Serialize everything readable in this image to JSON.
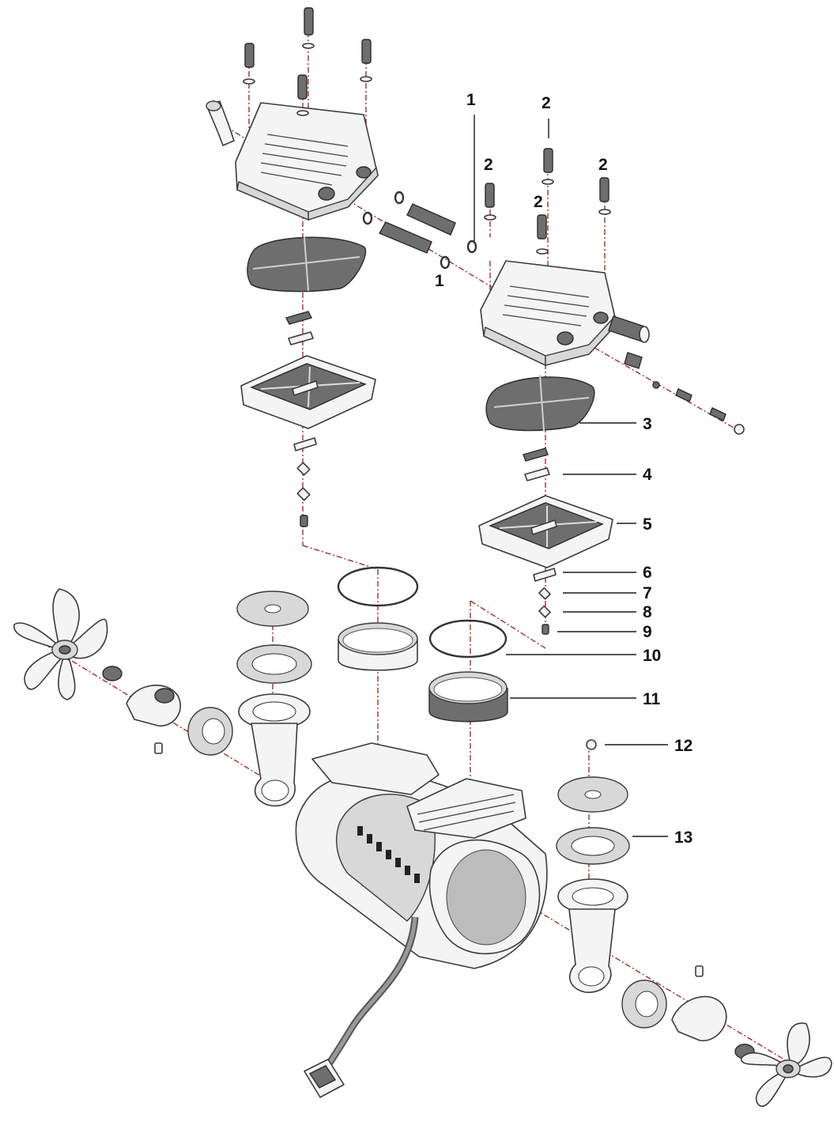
{
  "callouts": [
    {
      "id": "c1a",
      "text": "1"
    },
    {
      "id": "c1b",
      "text": "1"
    },
    {
      "id": "c2a",
      "text": "2"
    },
    {
      "id": "c2b",
      "text": "2"
    },
    {
      "id": "c2c",
      "text": "2"
    },
    {
      "id": "c2d",
      "text": "2"
    },
    {
      "id": "c3",
      "text": "3"
    },
    {
      "id": "c4",
      "text": "4"
    },
    {
      "id": "c5",
      "text": "5"
    },
    {
      "id": "c6",
      "text": "6"
    },
    {
      "id": "c7",
      "text": "7"
    },
    {
      "id": "c8",
      "text": "8"
    },
    {
      "id": "c9",
      "text": "9"
    },
    {
      "id": "c10",
      "text": "10"
    },
    {
      "id": "c11",
      "text": "11"
    },
    {
      "id": "c12",
      "text": "12"
    },
    {
      "id": "c13",
      "text": "13"
    }
  ],
  "parts": [
    "cylinder-head-left",
    "cylinder-head-right",
    "head-bolt",
    "elbow-fitting",
    "transfer-tube",
    "o-ring",
    "head-gasket",
    "valve-flapper",
    "valve-plate",
    "valve-keeper",
    "valve-screw",
    "cylinder-o-ring",
    "cylinder-sleeve",
    "piston-screw",
    "piston-cup-retainer",
    "piston-cup",
    "connecting-rod",
    "bearing",
    "counterweight",
    "fan",
    "motor-housing",
    "power-cord",
    "connector-plug",
    "intake-filter",
    "inlet-fitting"
  ],
  "colors": {
    "axis": "#9a1e1e",
    "outline": "#3a3a3a",
    "label": "#111111"
  }
}
